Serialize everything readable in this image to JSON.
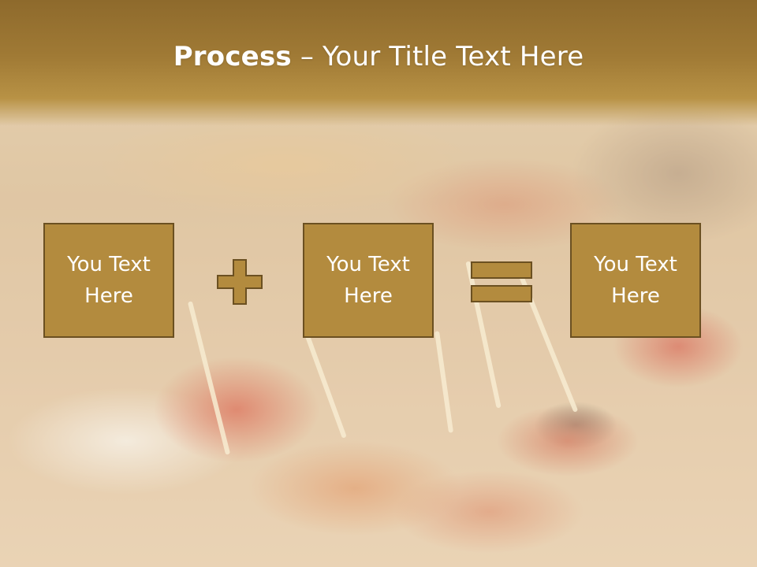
{
  "slide": {
    "title_strong": "Process",
    "title_rest": " – Your Title Text Here"
  },
  "boxes": [
    {
      "label": "You Text\nHere"
    },
    {
      "label": "You Text\nHere"
    },
    {
      "label": "You Text\nHere"
    }
  ],
  "operators": {
    "first": "plus-icon",
    "second": "equals-icon"
  },
  "colors": {
    "header": "#a07a35",
    "box_fill": "#b38b3e",
    "box_border": "#6b5021",
    "text": "#ffffff"
  }
}
